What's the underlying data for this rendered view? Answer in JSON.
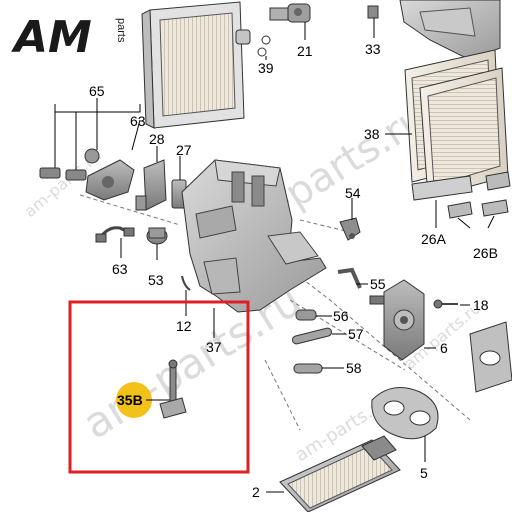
{
  "logo": {
    "mark": "AM",
    "suffix": "parts"
  },
  "watermarks": [
    "am-parts.ru",
    "am-parts.ru",
    "am-parts.ru",
    "am-parts.ru",
    "am-parts.ru"
  ],
  "highlight": {
    "label": "35B",
    "box_color": "#e01e26",
    "circle_color": "#f2c21b"
  },
  "labels": {
    "p2": "2",
    "p5": "5",
    "p6": "6",
    "p12": "12",
    "p18": "18",
    "p21": "21",
    "p26a": "26A",
    "p26b": "26B",
    "p27": "27",
    "p28": "28",
    "p33": "33",
    "p37": "37",
    "p38": "38",
    "p39": "39",
    "p53": "53",
    "p54": "54",
    "p55": "55",
    "p56": "56",
    "p57": "57",
    "p58": "58",
    "p63a": "63",
    "p63b": "63",
    "p65": "65"
  }
}
